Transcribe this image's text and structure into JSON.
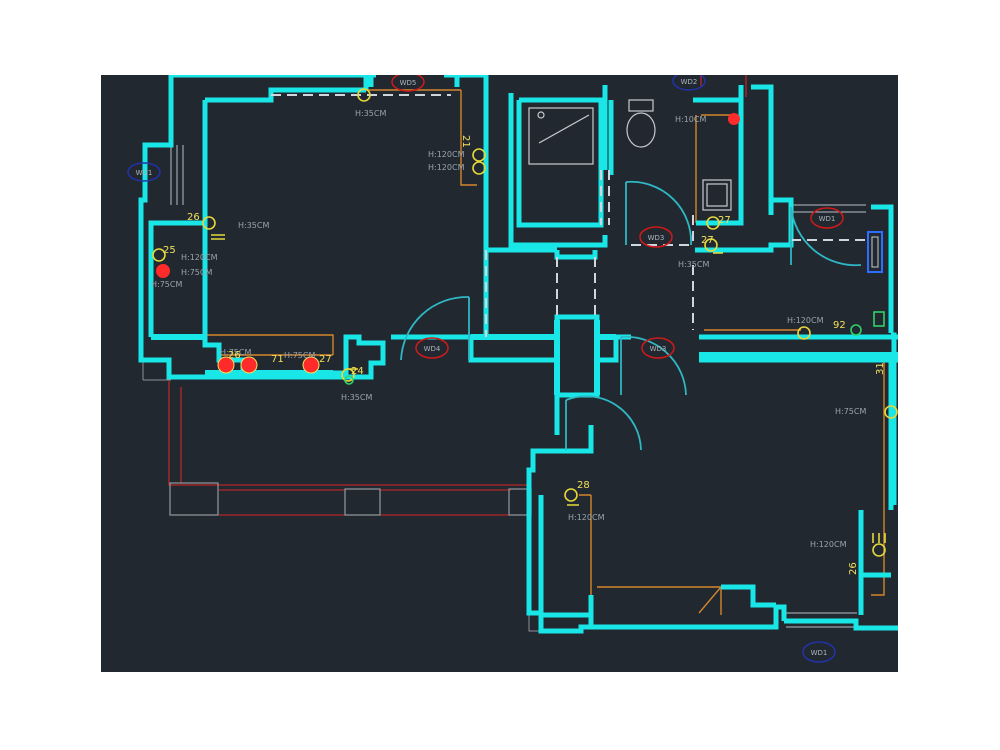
{
  "colors": {
    "background": "#212830",
    "walls": "#19e6e6",
    "wiring": "#d4862c",
    "outlets": "#e6d83a",
    "red_fixtures": "#ff2a2a",
    "tag_red": "#d01a1a",
    "tag_blue": "#2233aa",
    "doors": "#2fb7c4"
  },
  "window_tags": [
    "WD5",
    "WD2",
    "WD1",
    "WD3",
    "WD1",
    "WD4",
    "WD3",
    "WD1"
  ],
  "height_labels": [
    "H:35CM",
    "H:10CM",
    "H:120CM",
    "H:120CM",
    "H:35CM",
    "H:120CM",
    "H:75CM",
    "H:35CM",
    "H:120CM",
    "H:75CM",
    "H:75CM",
    "H:35CM",
    "H:120CM",
    "H:75CM",
    "H:120CM",
    "H:75CM"
  ],
  "circuit_numbers": [
    "26",
    "21",
    "25",
    "26",
    "27",
    "27",
    "71",
    "27",
    "24",
    "31",
    "92",
    "28",
    "26"
  ]
}
